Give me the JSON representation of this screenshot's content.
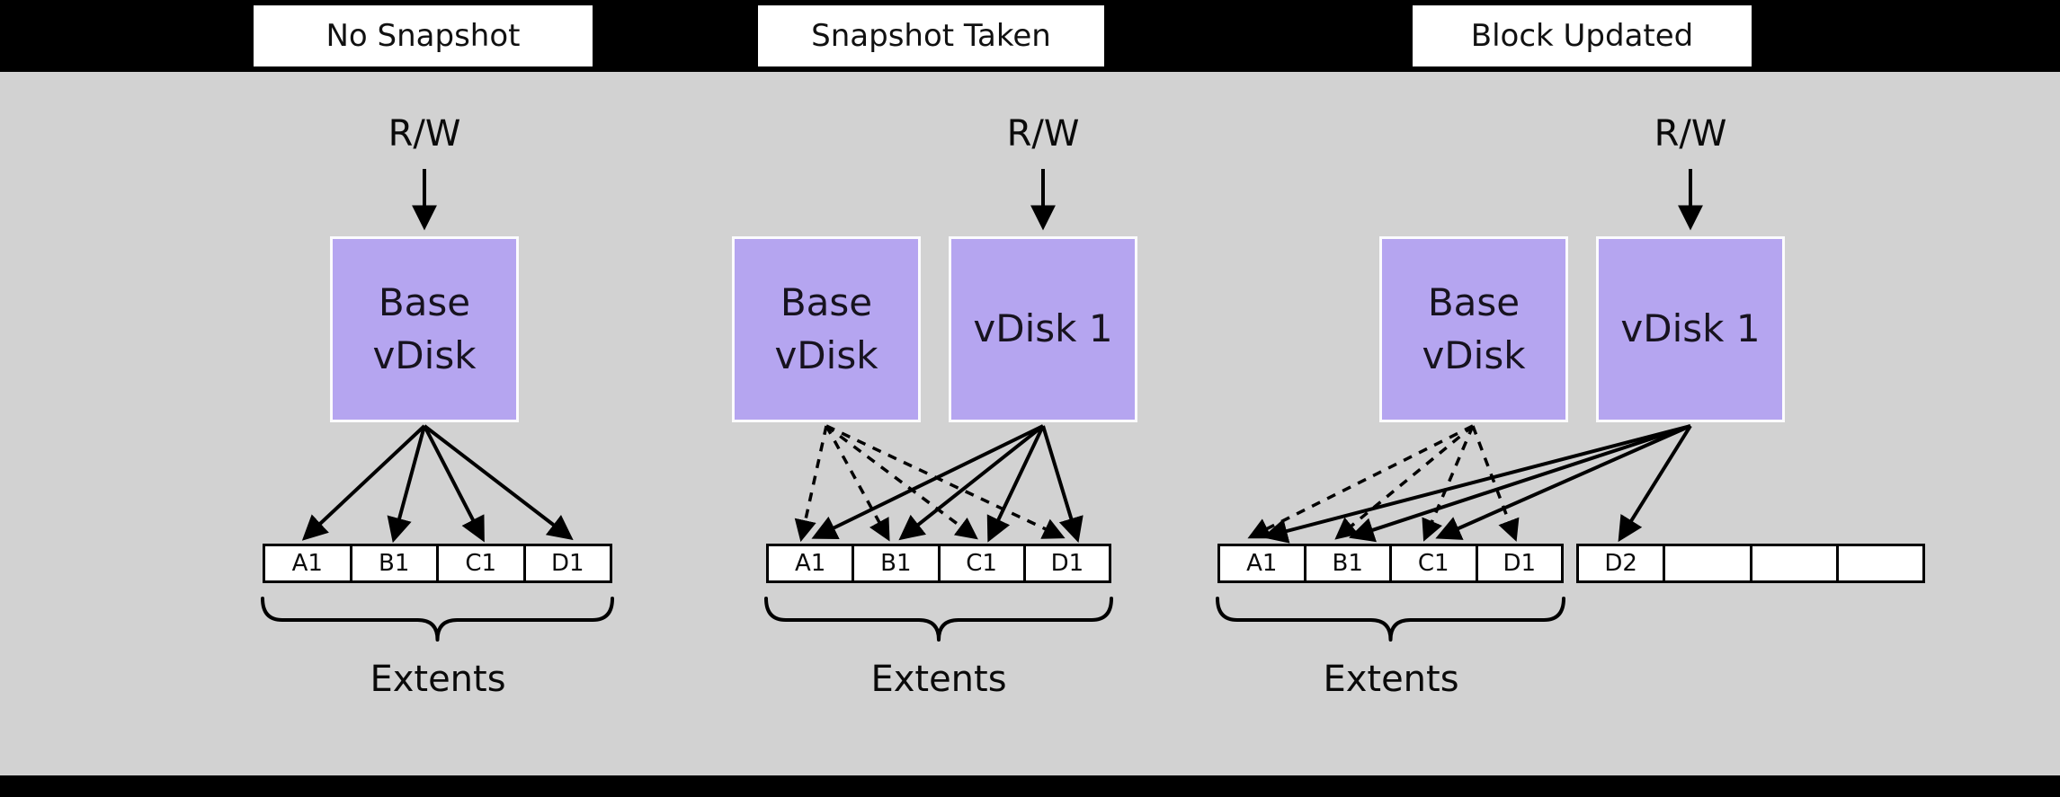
{
  "colors": {
    "bg": "#d2d2d2",
    "bar": "#000000",
    "vdisk": "#b5a5f0",
    "line": "#000000"
  },
  "panels": [
    {
      "title": "No Snapshot",
      "rw_label": "R/W",
      "base": {
        "line1": "Base",
        "line2": "vDisk"
      },
      "extents": {
        "cells": [
          "A1",
          "B1",
          "C1",
          "D1"
        ]
      },
      "extents_label": "Extents"
    },
    {
      "title": "Snapshot Taken",
      "rw_label": "R/W",
      "base": {
        "line1": "Base",
        "line2": "vDisk"
      },
      "vdisk1": {
        "label": "vDisk 1"
      },
      "extents": {
        "cells": [
          "A1",
          "B1",
          "C1",
          "D1"
        ]
      },
      "extents_label": "Extents"
    },
    {
      "title": "Block Updated",
      "rw_label": "R/W",
      "base": {
        "line1": "Base",
        "line2": "vDisk"
      },
      "vdisk1": {
        "label": "vDisk 1"
      },
      "extents": {
        "cells": [
          "A1",
          "B1",
          "C1",
          "D1"
        ]
      },
      "new_extents": {
        "cells": [
          "D2",
          "",
          "",
          ""
        ]
      },
      "extents_label": "Extents"
    }
  ]
}
